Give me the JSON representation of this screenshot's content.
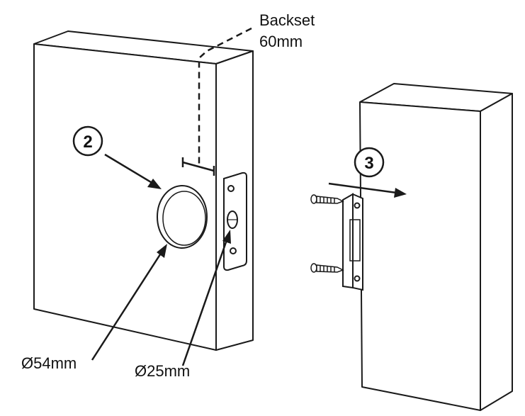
{
  "labels": {
    "backset_line1": "Backset",
    "backset_line2": "60mm",
    "face_bore": "Ø54mm",
    "edge_bore": "Ø25mm"
  },
  "steps": {
    "step_bore": "2",
    "step_strike": "3"
  },
  "colors": {
    "line": "#1a1a1a",
    "background": "#ffffff"
  }
}
